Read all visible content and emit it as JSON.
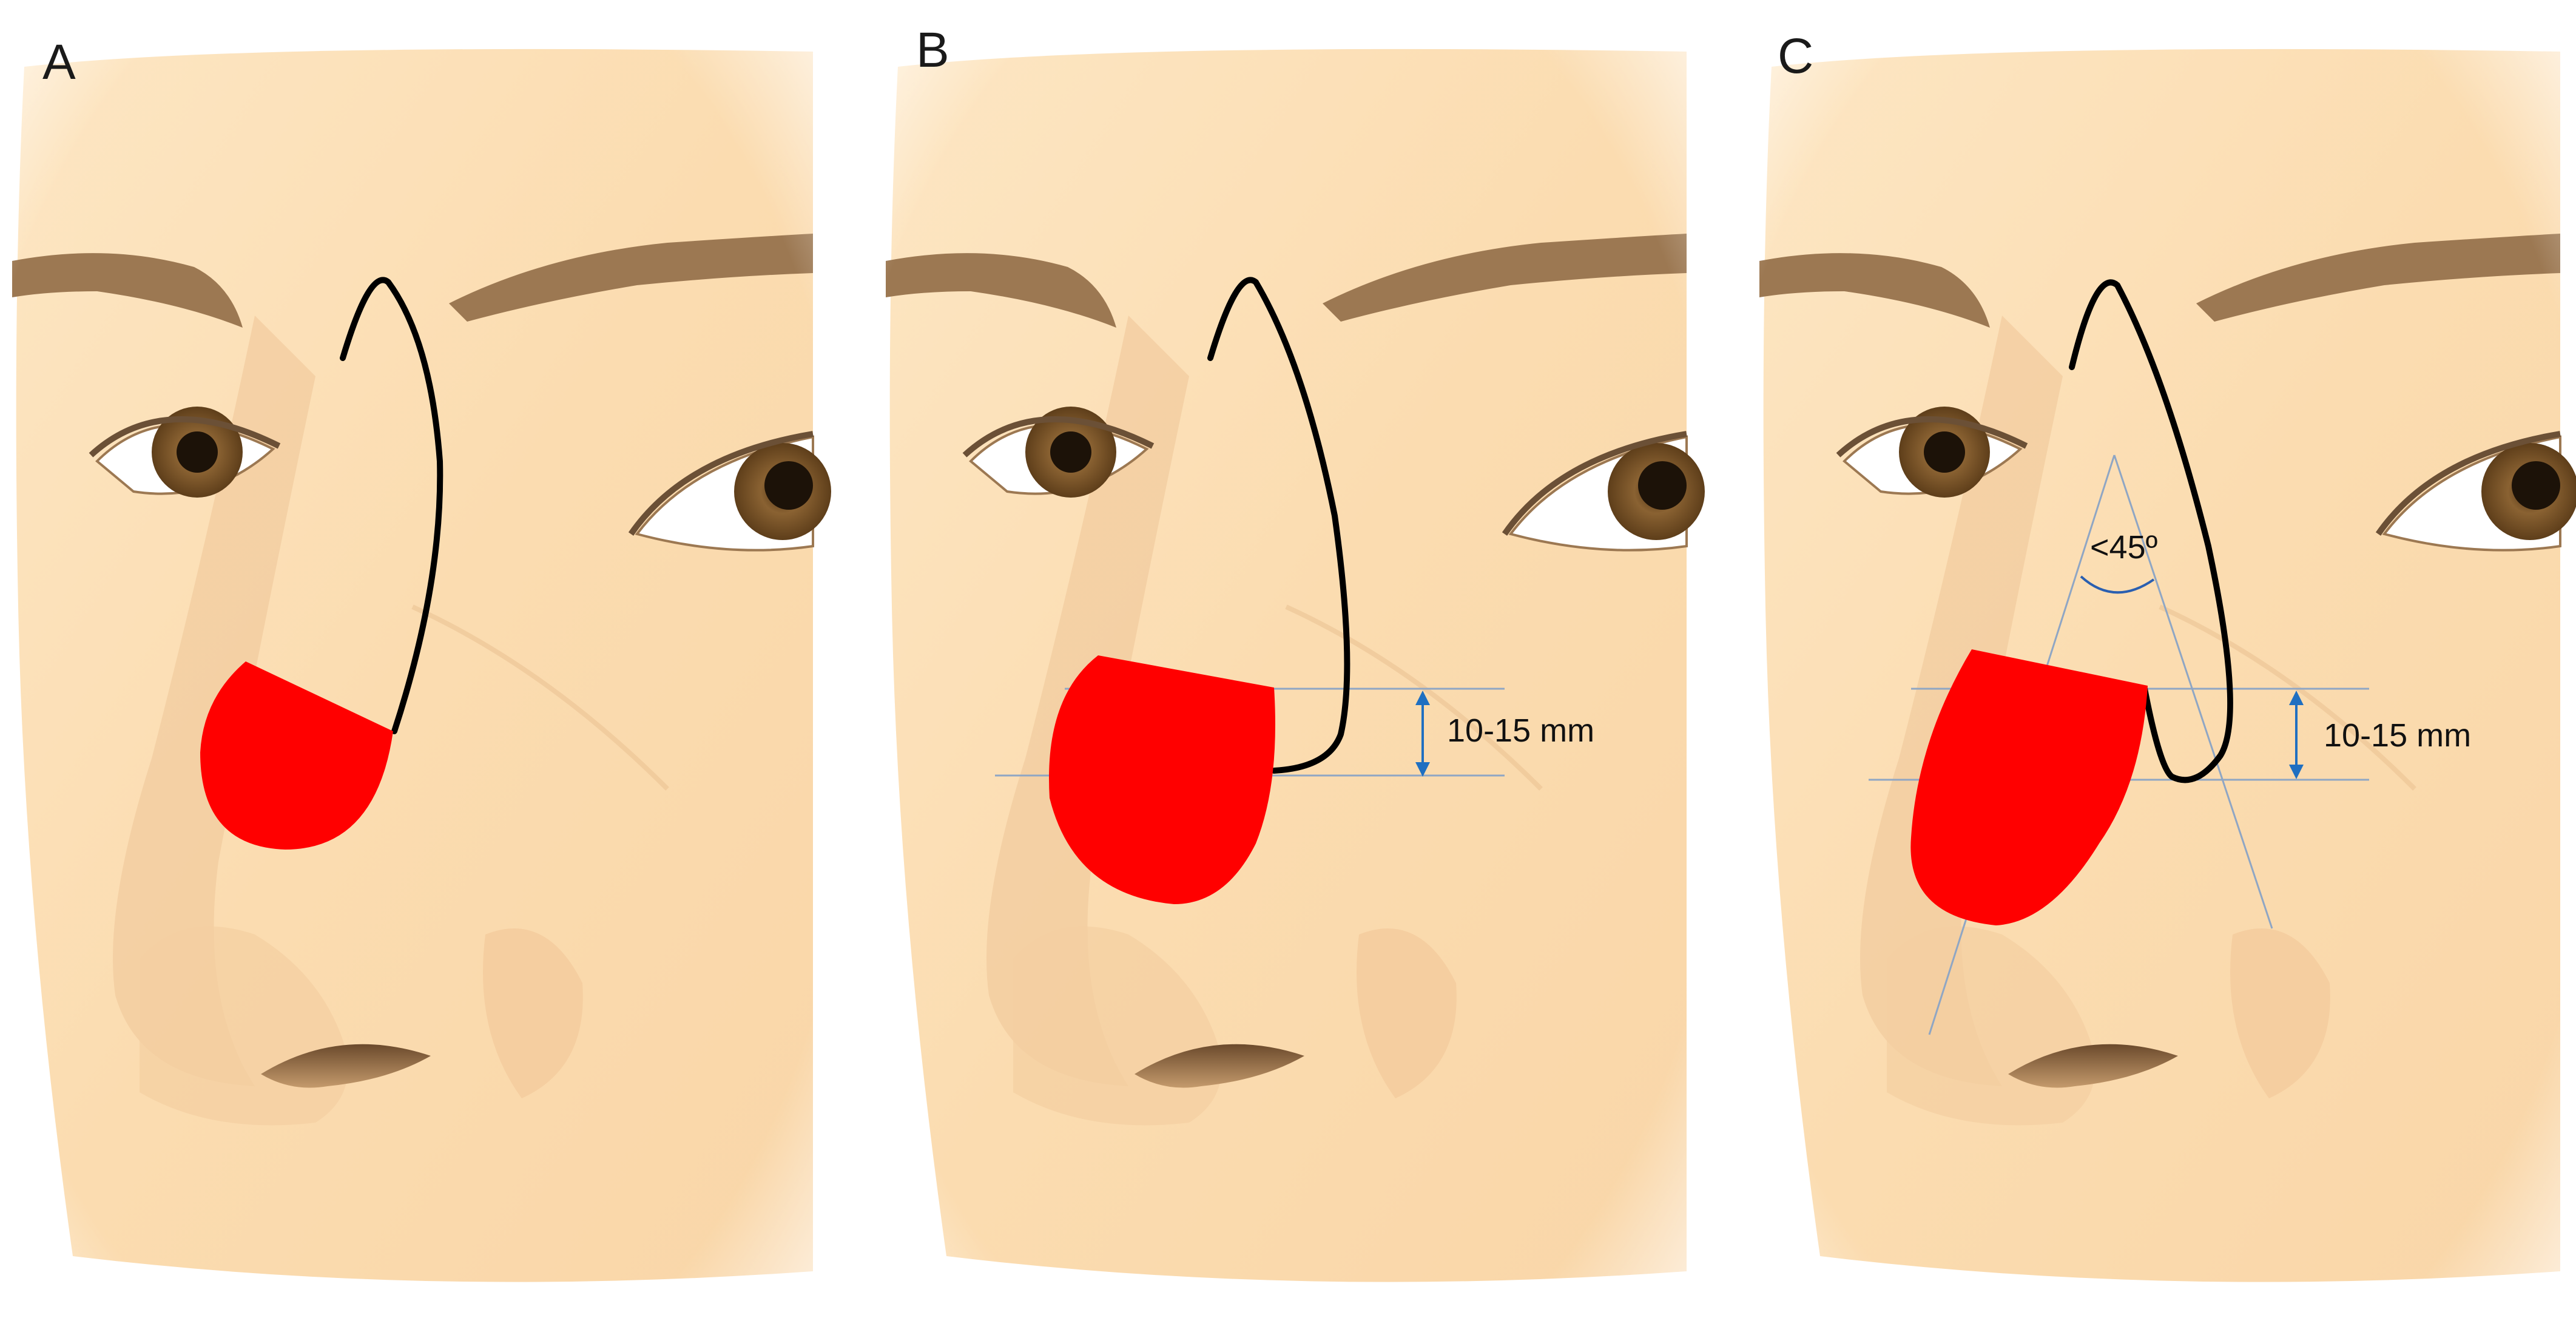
{
  "figure": {
    "panels": [
      {
        "letter": "A",
        "measurement": "",
        "angle": ""
      },
      {
        "letter": "B",
        "measurement": "10-15 mm",
        "angle": ""
      },
      {
        "letter": "C",
        "measurement": "10-15 mm",
        "angle": "<45º"
      }
    ]
  },
  "colors": {
    "skin": "#fbdcb0",
    "skin_shadow": "#efc597",
    "brow": "#9c7852",
    "iris": "#8a6232",
    "defect": "#ff0000",
    "incision": "#000000",
    "guide_line": "#8fa6c4",
    "arrow": "#1f6fc1",
    "angle_arc": "#2a5fb0"
  },
  "icons": {
    "arrow": "double-headed-vertical-arrow"
  }
}
